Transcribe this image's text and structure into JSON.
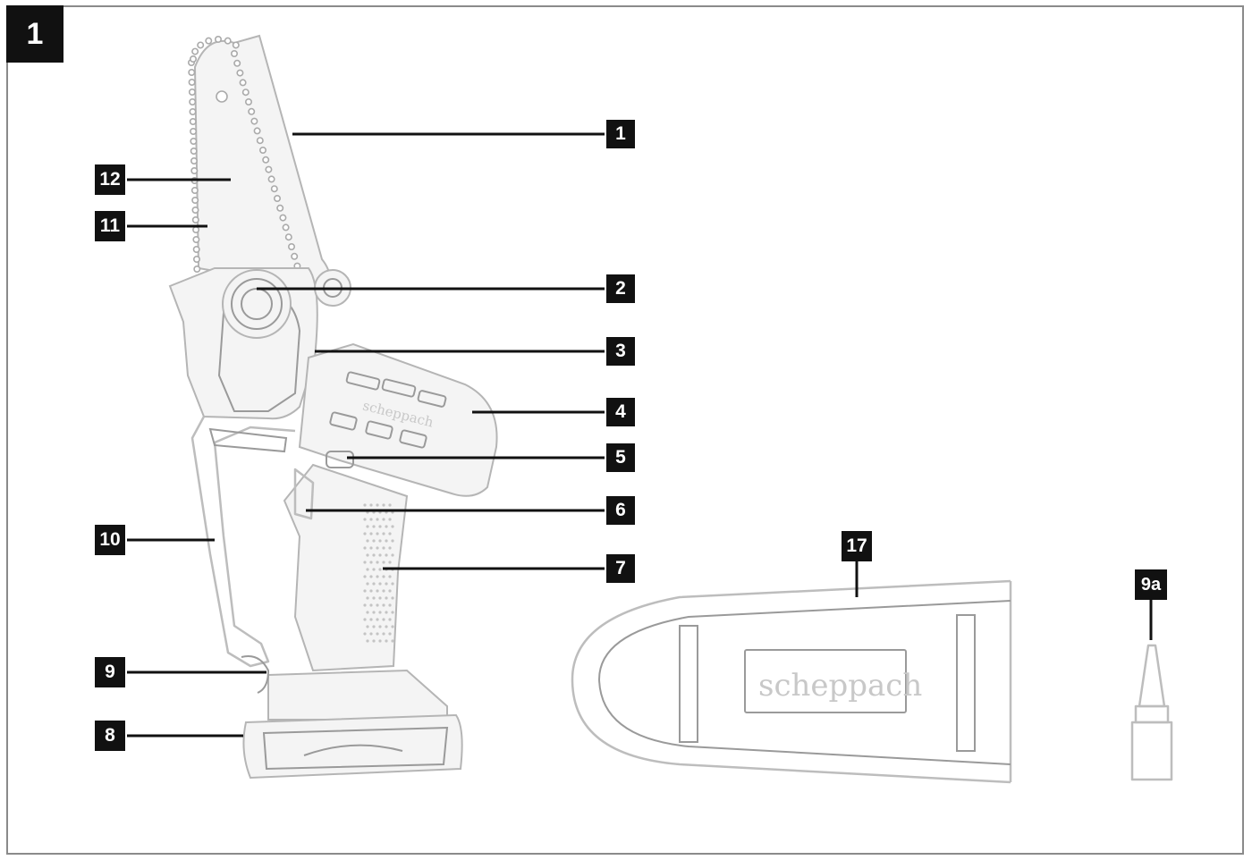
{
  "figure": {
    "number": "1"
  },
  "brand": "scheppach",
  "callouts": [
    {
      "id": "c1",
      "label": "1"
    },
    {
      "id": "c12",
      "label": "12"
    },
    {
      "id": "c11",
      "label": "11"
    },
    {
      "id": "c2",
      "label": "2"
    },
    {
      "id": "c3",
      "label": "3"
    },
    {
      "id": "c4",
      "label": "4"
    },
    {
      "id": "c5",
      "label": "5"
    },
    {
      "id": "c6",
      "label": "6"
    },
    {
      "id": "c10",
      "label": "10"
    },
    {
      "id": "c7",
      "label": "7"
    },
    {
      "id": "c17",
      "label": "17"
    },
    {
      "id": "c9a",
      "label": "9a"
    },
    {
      "id": "c9",
      "label": "9"
    },
    {
      "id": "c8",
      "label": "8"
    }
  ]
}
